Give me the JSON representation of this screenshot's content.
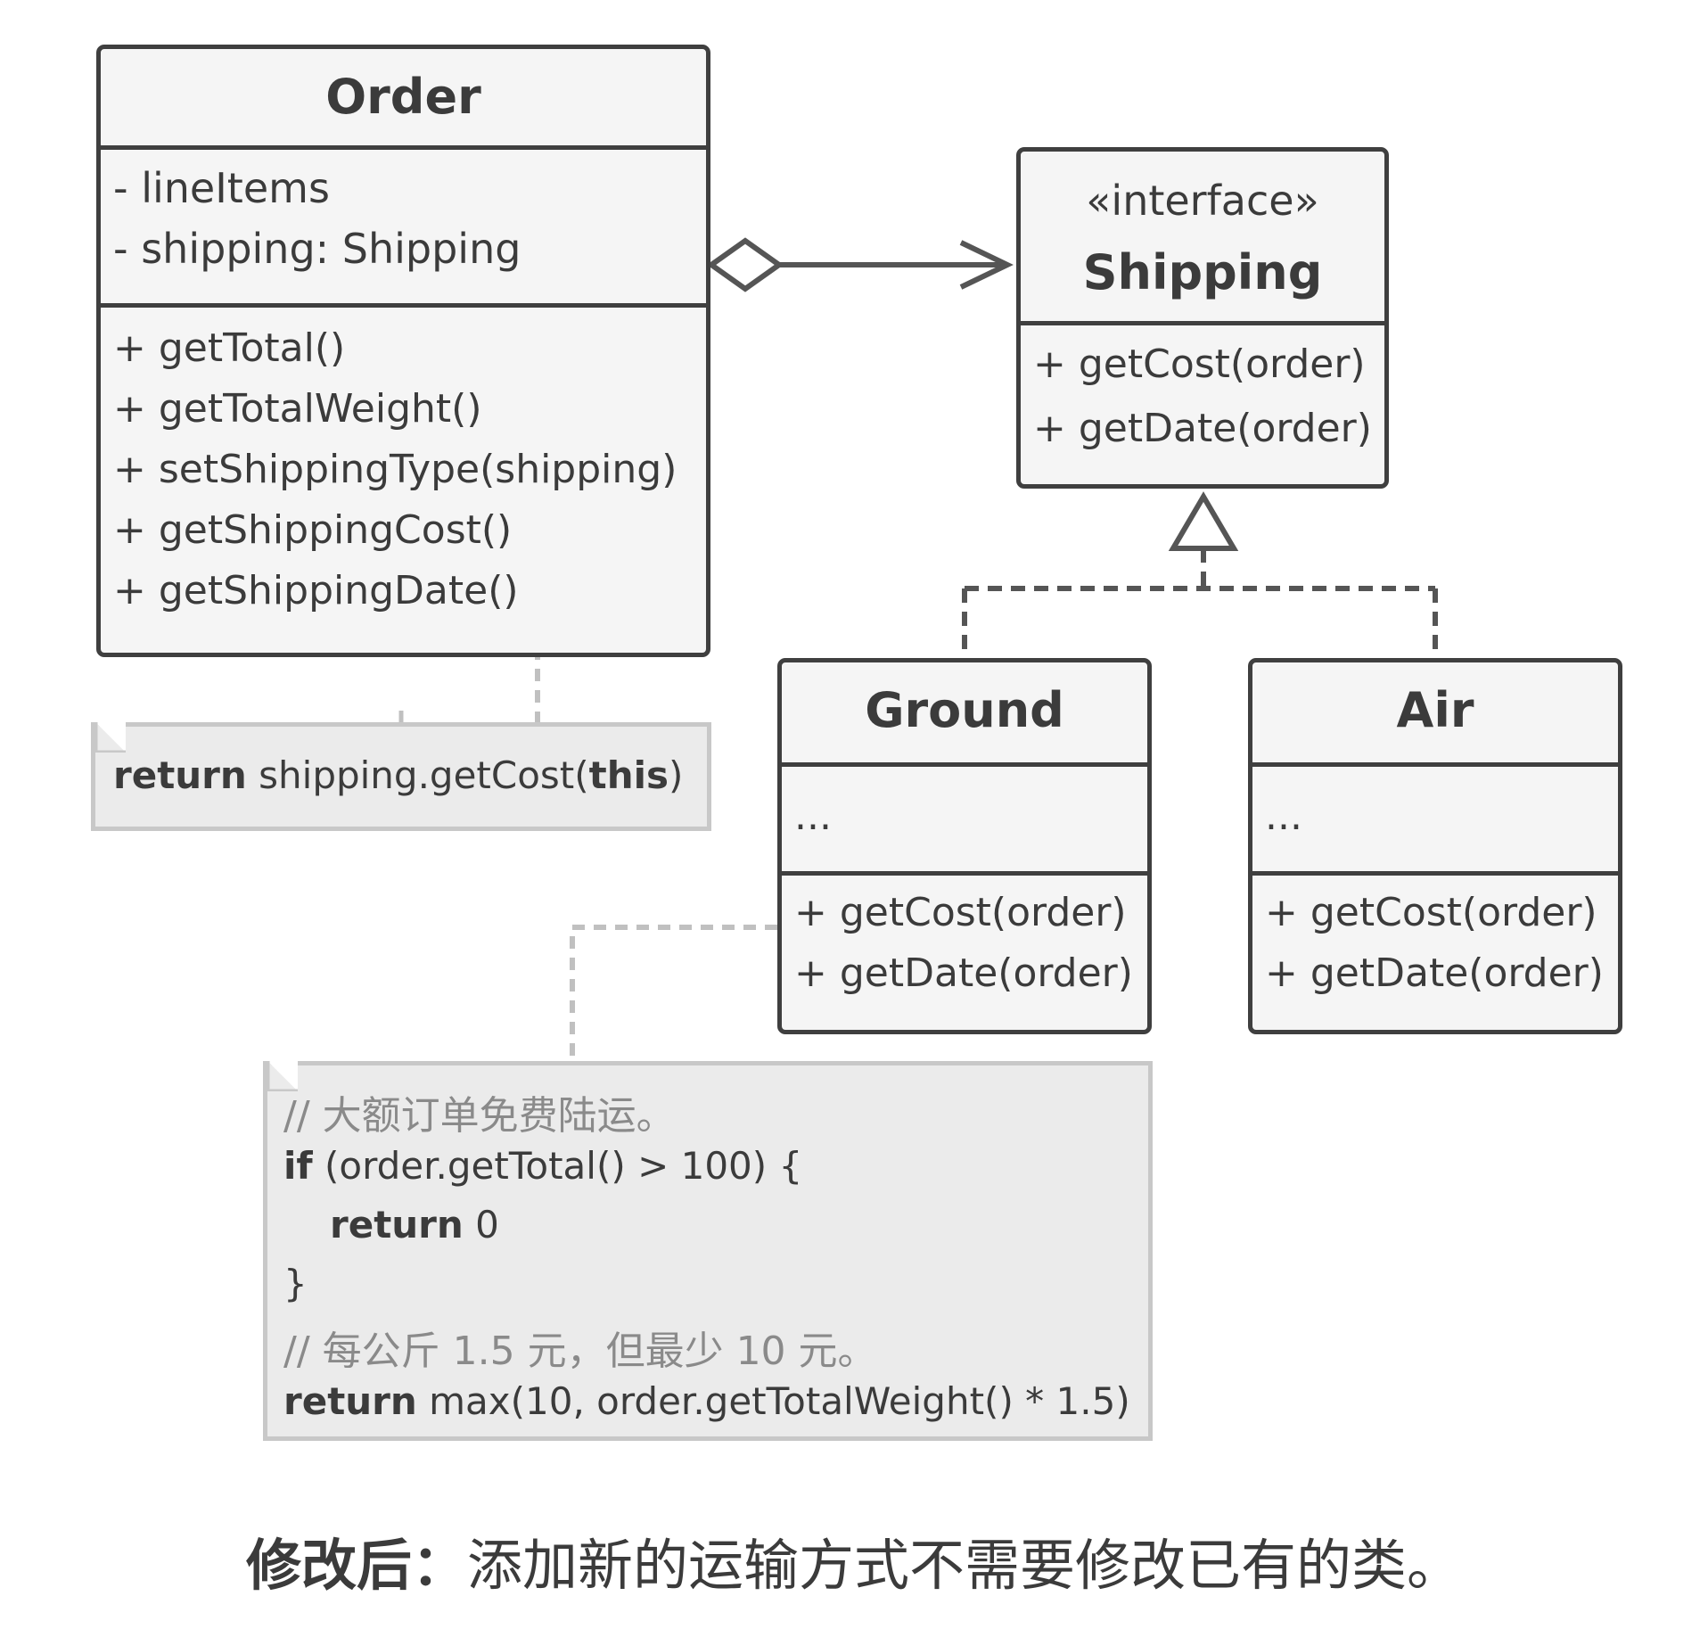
{
  "order": {
    "title": "Order",
    "fields": [
      "- lineItems",
      "- shipping: Shipping"
    ],
    "methods": [
      "+ getTotal()",
      "+ getTotalWeight()",
      "+ setShippingType(shipping)",
      "+ getShippingCost()",
      "+ getShippingDate()"
    ]
  },
  "shipping": {
    "stereotype": "«interface»",
    "title": "Shipping",
    "methods": [
      "+ getCost(order)",
      "+ getDate(order)"
    ]
  },
  "ground": {
    "title": "Ground",
    "fields": [
      "..."
    ],
    "methods": [
      "+ getCost(order)",
      "+ getDate(order)"
    ]
  },
  "air": {
    "title": "Air",
    "fields": [
      "..."
    ],
    "methods": [
      "+ getCost(order)",
      "+ getDate(order)"
    ]
  },
  "note_order": {
    "kw1": "return",
    "mid": " shipping.getCost(",
    "kw2": "this",
    "end": ")"
  },
  "note_ground": {
    "comment1": "// 大额订单免费陆运。",
    "if_kw": "if",
    "if_rest": " (order.getTotal() > 100) {",
    "ret_kw": "return",
    "ret_rest": " 0",
    "close": "}",
    "comment2": "// 每公斤 1.5 元，但最少 10 元。",
    "ret2_kw": "return",
    "ret2_rest": " max(10, order.getTotalWeight() * 1.5)"
  },
  "caption": {
    "bold": "修改后：",
    "text": "添加新的运输方式不需要修改已有的类。"
  }
}
